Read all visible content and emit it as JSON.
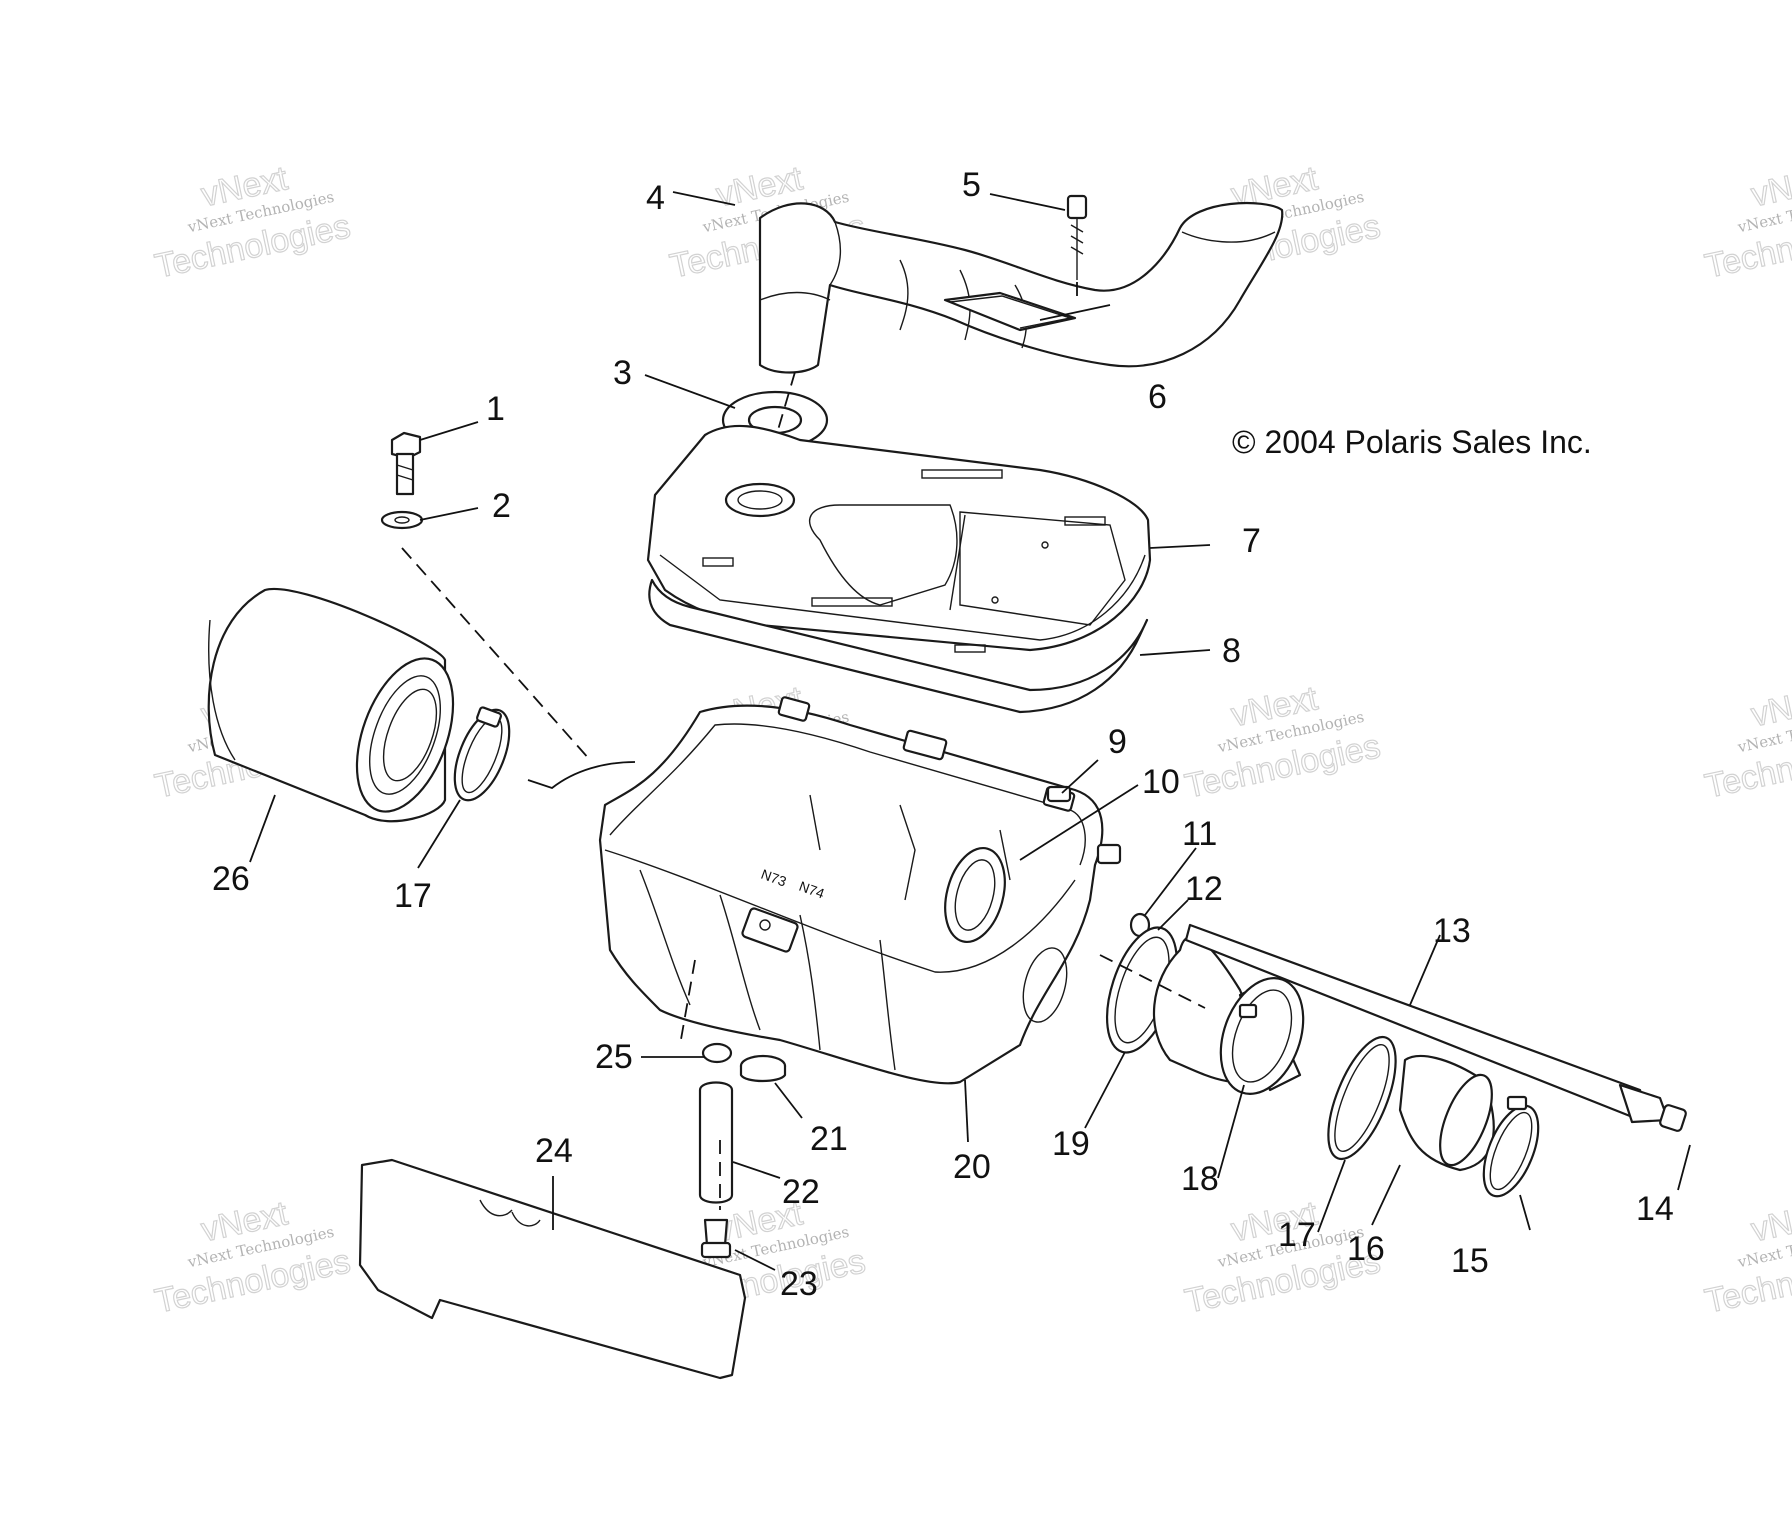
{
  "copyright": "© 2004 Polaris Sales Inc.",
  "watermark": {
    "top_line": "vNext",
    "small_line": "vNext Technologies",
    "big_line": "Technologies"
  },
  "callouts": {
    "c1": "1",
    "c2": "2",
    "c3": "3",
    "c4": "4",
    "c5": "5",
    "c6": "6",
    "c7": "7",
    "c8": "8",
    "c9": "9",
    "c10": "10",
    "c11": "11",
    "c12": "12",
    "c13": "13",
    "c14": "14",
    "c15": "15",
    "c16": "16",
    "c17a": "17",
    "c17b": "17",
    "c18": "18",
    "c19": "19",
    "c20": "20",
    "c21": "21",
    "c22": "22",
    "c23": "23",
    "c24": "24",
    "c25": "25",
    "c26": "26"
  },
  "box_markings": {
    "left": "N73",
    "right": "N74"
  }
}
